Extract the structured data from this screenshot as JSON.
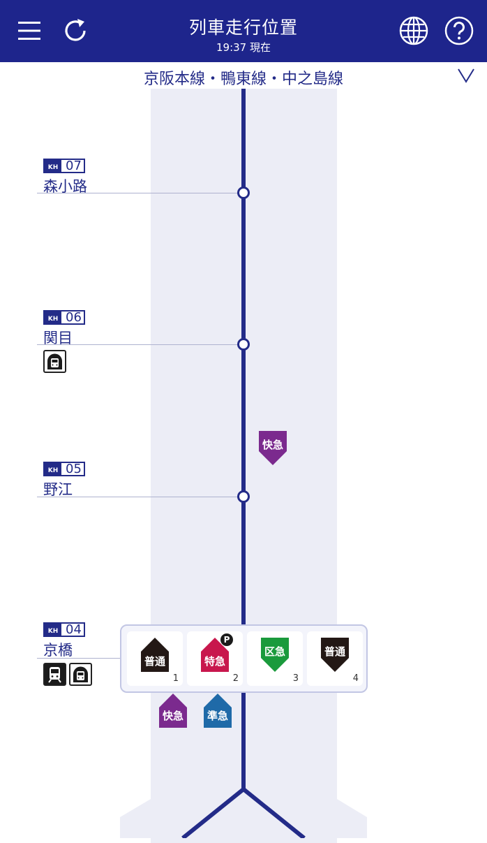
{
  "header": {
    "title": "列車走行位置",
    "subtitle": "19:37 現在",
    "menu_icon": "hamburger-menu-icon",
    "refresh_icon": "refresh-icon",
    "language_icon": "globe-icon",
    "help_icon": "help-circle-icon"
  },
  "line_selector": {
    "label": "京阪本線・鴨東線・中之島線",
    "icon": "chevron-down-icon"
  },
  "stations": [
    {
      "prefix": "KH",
      "code": "07",
      "name": "森小路"
    },
    {
      "prefix": "KH",
      "code": "06",
      "name": "関目"
    },
    {
      "prefix": "KH",
      "code": "05",
      "name": "野江"
    },
    {
      "prefix": "KH",
      "code": "04",
      "name": "京橋"
    }
  ],
  "facility_icons": {
    "subway": "subway-transfer-icon",
    "jr": "jr-train-transfer-icon"
  },
  "trains": {
    "between_05_06": {
      "type": "快急",
      "direction": "down",
      "color": "#7b2a8e"
    },
    "below_kyobashi": [
      {
        "type": "快急",
        "direction": "up",
        "color": "#7b2a8e"
      },
      {
        "type": "準急",
        "direction": "up",
        "color": "#1f6aa8"
      }
    ]
  },
  "kyobashi_platforms": [
    {
      "type": "普通",
      "direction": "up",
      "color": "#231815",
      "index": "1"
    },
    {
      "type": "特急",
      "direction": "up",
      "color": "#c8174d",
      "index": "2",
      "premium_mark": "P"
    },
    {
      "type": "区急",
      "direction": "down",
      "color": "#1a9a3c",
      "index": "3"
    },
    {
      "type": "普通",
      "direction": "down",
      "color": "#231815",
      "index": "4"
    }
  ],
  "colors": {
    "header_bg": "#1e258c",
    "line": "#232b88",
    "lane_bg": "#ecedf6"
  }
}
